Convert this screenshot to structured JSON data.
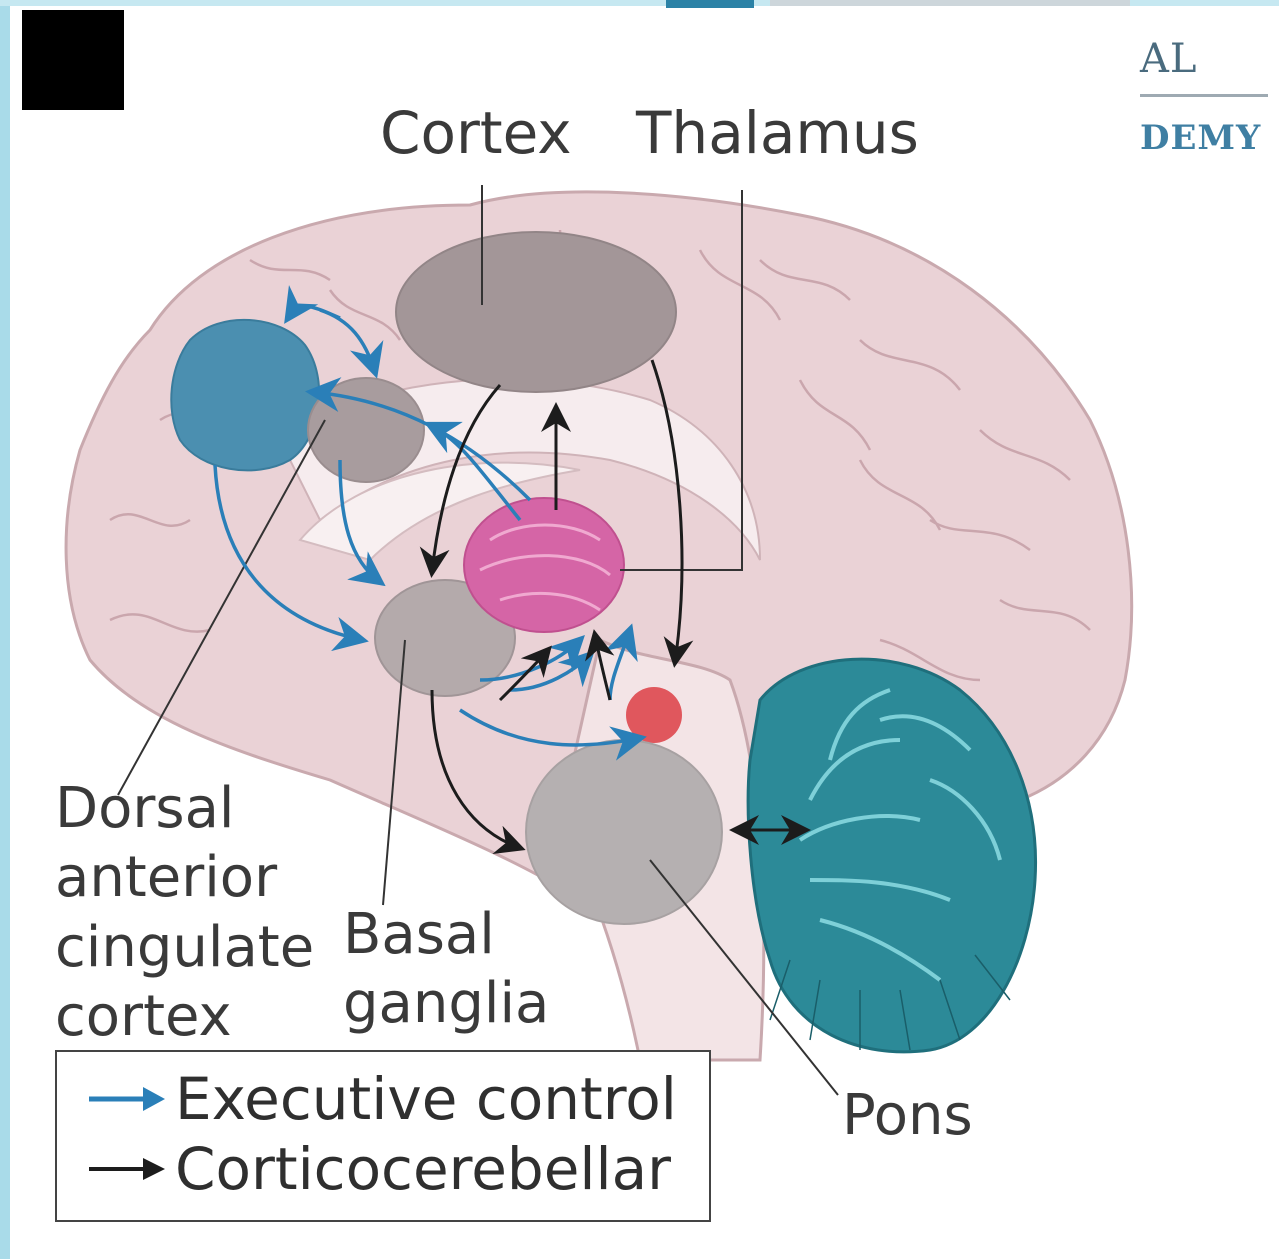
{
  "header_fragments": {
    "line1": "AL",
    "line2": "DEMY"
  },
  "labels": {
    "cortex": "Cortex",
    "thalamus": "Thalamus",
    "dorsal_anterior_cingulate_cortex": "Dorsal anterior cingulate cortex",
    "basal_ganglia": "Basal ganglia",
    "pons": "Pons"
  },
  "legend": {
    "items": [
      {
        "label": "Executive control",
        "color": "#2a7fb8"
      },
      {
        "label": "Corticocerebellar",
        "color": "#1c1c1c"
      }
    ]
  },
  "colors": {
    "brain": "#ead2d6",
    "cortex_region": "#a39698",
    "dacc_region": "#4b8fb0",
    "thalamus": "#d565a6",
    "cerebellum": "#2c8a98",
    "pons": "#b5b0b1",
    "red_nucleus": "#e0575d"
  }
}
